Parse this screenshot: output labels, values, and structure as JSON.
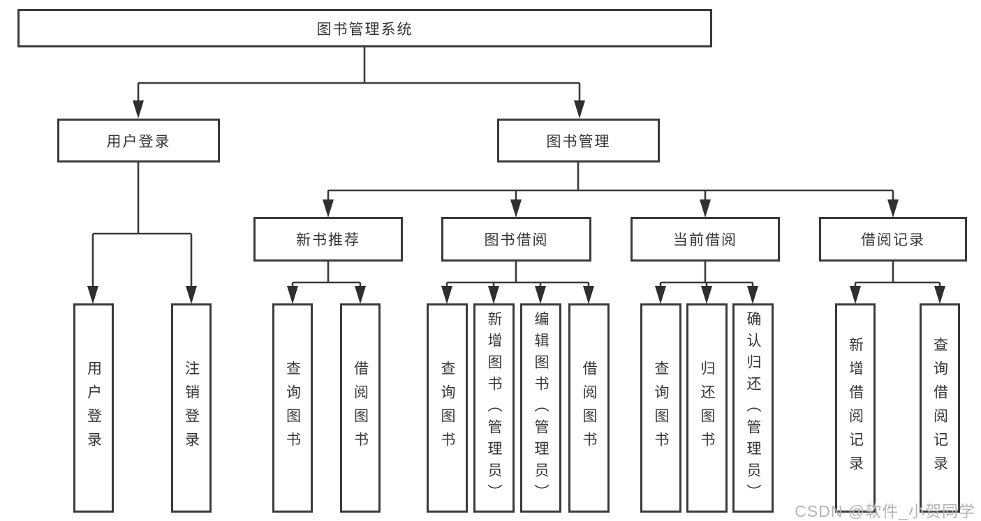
{
  "diagram": {
    "root": {
      "label": "图书管理系统"
    },
    "branches": [
      {
        "label": "用户登录",
        "leaves": [
          {
            "label": "用户登录"
          },
          {
            "label": "注销登录"
          }
        ]
      },
      {
        "label": "图书管理",
        "groups": [
          {
            "label": "新书推荐",
            "leaves": [
              {
                "label": "查询图书"
              },
              {
                "label": "借阅图书"
              }
            ]
          },
          {
            "label": "图书借阅",
            "leaves": [
              {
                "label": "查询图书"
              },
              {
                "label": "新增图书（管理员）"
              },
              {
                "label": "编辑图书（管理员）"
              },
              {
                "label": "借阅图书"
              }
            ]
          },
          {
            "label": "当前借阅",
            "leaves": [
              {
                "label": "查询图书"
              },
              {
                "label": "归还图书"
              },
              {
                "label": "确认归还（管理员）"
              }
            ]
          },
          {
            "label": "借阅记录",
            "leaves": [
              {
                "label": "新增借阅记录"
              },
              {
                "label": "查询借阅记录"
              }
            ]
          }
        ]
      }
    ],
    "watermark": "CSDN @软件_小贺同学",
    "colors": {
      "line": "#3a3a3a",
      "box_border": "#3a3a3a",
      "text": "#363636",
      "watermark": "#b5b5b5",
      "background": "#ffffff"
    }
  }
}
